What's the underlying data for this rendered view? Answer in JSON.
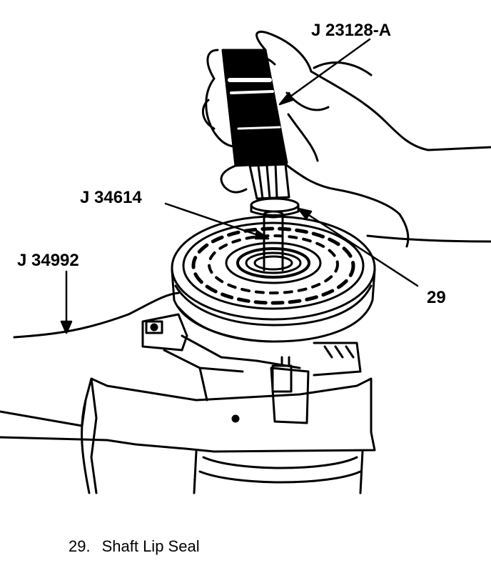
{
  "callouts": {
    "tool_a": "J 23128-A",
    "tool_b": "J 34614",
    "tool_c": "J 34992",
    "part": "29"
  },
  "legend": {
    "number": "29.",
    "text": "Shaft Lip Seal"
  }
}
